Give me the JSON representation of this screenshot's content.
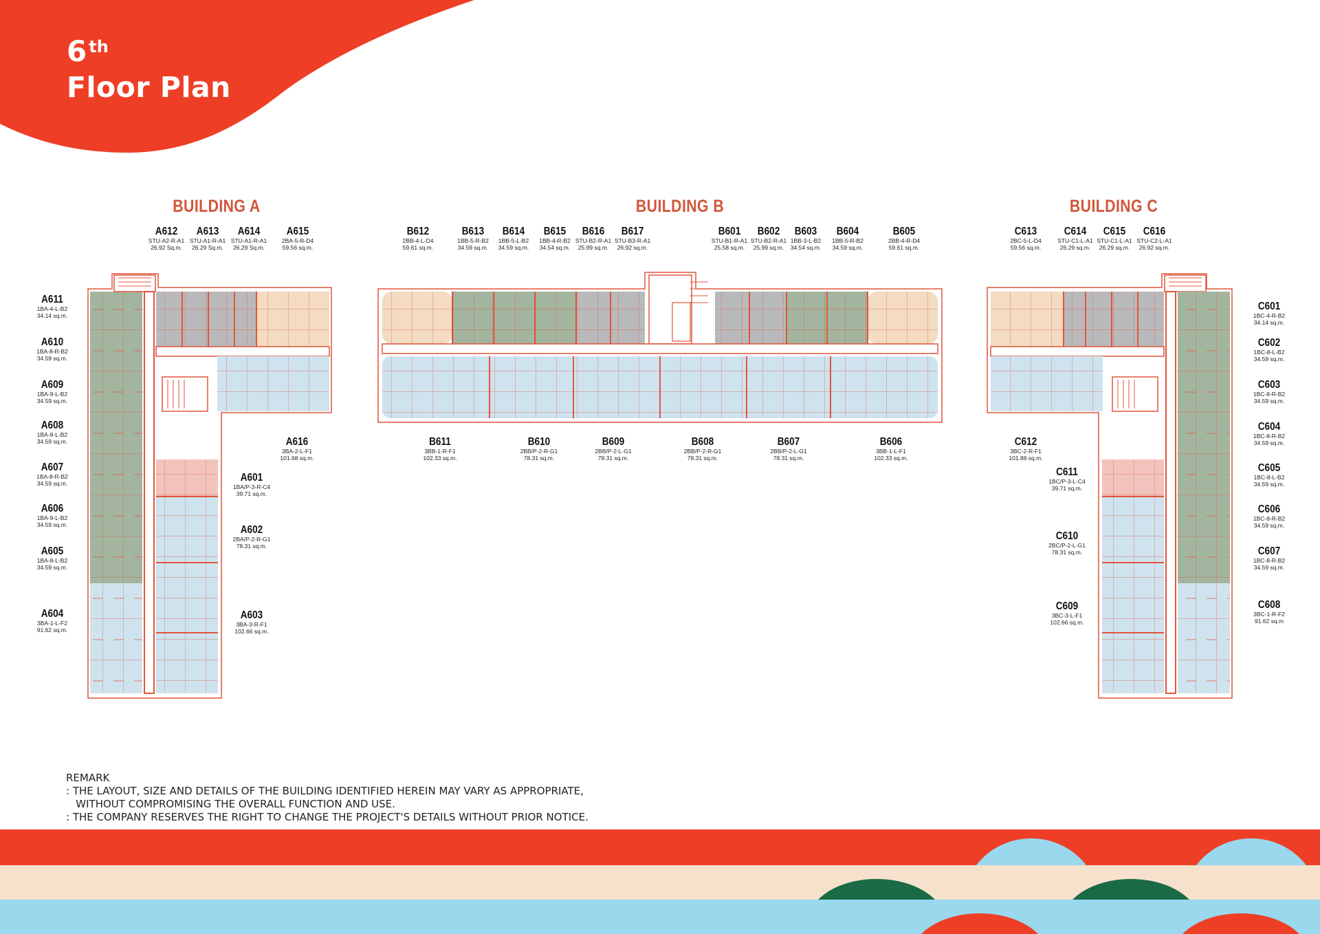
{
  "header": {
    "floor_number": "6",
    "floor_suffix": "th",
    "floor_label": "Floor Plan"
  },
  "buildings": [
    {
      "name": "BUILDING A"
    },
    {
      "name": "BUILDING B"
    },
    {
      "name": "BUILDING C"
    }
  ],
  "units": [
    {
      "code": "A612",
      "type": "STU-A2-R-A1",
      "area": "26.92 Sq.m."
    },
    {
      "code": "A613",
      "type": "STU-A1-R-A1",
      "area": "26.29 Sq.m."
    },
    {
      "code": "A614",
      "type": "STU-A1-R-A1",
      "area": "26.29 Sq.m."
    },
    {
      "code": "A615",
      "type": "2BA-5-R-D4",
      "area": "59.56 sq.m."
    },
    {
      "code": "A611",
      "type": "1BA-4-L-B2",
      "area": "34.14 sq.m."
    },
    {
      "code": "A610",
      "type": "1BA-8-R-B2",
      "area": "34.59 sq.m."
    },
    {
      "code": "A609",
      "type": "1BA-9-L-B2",
      "area": "34.59 sq.m."
    },
    {
      "code": "A608",
      "type": "1BA-8-L-B2",
      "area": "34.59 sq.m."
    },
    {
      "code": "A607",
      "type": "1BA-8-R-B2",
      "area": "34.59 sq.m."
    },
    {
      "code": "A606",
      "type": "1BA-9-L-B2",
      "area": "34.59 sq.m."
    },
    {
      "code": "A605",
      "type": "1BA-8-L-B2",
      "area": "34.59 sq.m."
    },
    {
      "code": "A604",
      "type": "3BA-1-L-F2",
      "area": "91.62 sq.m."
    },
    {
      "code": "A616",
      "type": "3BA-2-L-F1",
      "area": "101.68 sq.m."
    },
    {
      "code": "A601",
      "type": "1BA/P-3-R-C4",
      "area": "39.71 sq.m."
    },
    {
      "code": "A602",
      "type": "2BA/P-2-R-G1",
      "area": "78.31 sq.m."
    },
    {
      "code": "A603",
      "type": "3BA-3-R-F1",
      "area": "102.66 sq.m."
    },
    {
      "code": "B612",
      "type": "2BB-4-L-D4",
      "area": "59.61 sq.m."
    },
    {
      "code": "B613",
      "type": "1BB-5-R-B2",
      "area": "34.59 sq.m."
    },
    {
      "code": "B614",
      "type": "1BB-5-L-B2",
      "area": "34.59 sq.m."
    },
    {
      "code": "B615",
      "type": "1BB-4-R-B2",
      "area": "34.54 sq.m."
    },
    {
      "code": "B616",
      "type": "STU-B2-R-A1",
      "area": "25.99 sq.m."
    },
    {
      "code": "B617",
      "type": "STU-B3-R-A1",
      "area": "26.92 sq.m."
    },
    {
      "code": "B601",
      "type": "STU-B1-R-A1",
      "area": "25.58 sq.m."
    },
    {
      "code": "B602",
      "type": "STU-B2-R-A1",
      "area": "25.99 sq.m."
    },
    {
      "code": "B603",
      "type": "1BB-3-L-B2",
      "area": "34.54 sq.m."
    },
    {
      "code": "B604",
      "type": "1BB-5-R-B2",
      "area": "34.59 sq.m."
    },
    {
      "code": "B605",
      "type": "2BB-4-R-D4",
      "area": "59.61 sq.m."
    },
    {
      "code": "B611",
      "type": "3BB-1-R-F1",
      "area": "102.33 sq.m."
    },
    {
      "code": "B610",
      "type": "2BB/P-2-R-G1",
      "area": "78.31 sq.m."
    },
    {
      "code": "B609",
      "type": "2BB/P-2-L-G1",
      "area": "78.31 sq.m."
    },
    {
      "code": "B608",
      "type": "2BB/P-2-R-G1",
      "area": "78.31 sq.m."
    },
    {
      "code": "B607",
      "type": "2BB/P-2-L-G1",
      "area": "78.31 sq.m."
    },
    {
      "code": "B606",
      "type": "3BB-1-L-F1",
      "area": "102.33 sq.m."
    },
    {
      "code": "C613",
      "type": "2BC-5-L-D4",
      "area": "59.56 sq.m."
    },
    {
      "code": "C614",
      "type": "STU-C1-L-A1",
      "area": "26.29 sq.m."
    },
    {
      "code": "C615",
      "type": "STU-C1-L-A1",
      "area": "26.29 sq.m."
    },
    {
      "code": "C616",
      "type": "STU-C2-L-A1",
      "area": "26.92 sq.m."
    },
    {
      "code": "C612",
      "type": "3BC-2-R-F1",
      "area": "101.88 sq.m."
    },
    {
      "code": "C611",
      "type": "1BC/P-3-L-C4",
      "area": "39.71 sq.m."
    },
    {
      "code": "C610",
      "type": "2BC/P-2-L-G1",
      "area": "78.31 sq.m."
    },
    {
      "code": "C609",
      "type": "3BC-3-L-F1",
      "area": "102.66 sq.m."
    },
    {
      "code": "C601",
      "type": "1BC-4-R-B2",
      "area": "34.14 sq.m."
    },
    {
      "code": "C602",
      "type": "1BC-8-L-B2",
      "area": "34.59 sq.m."
    },
    {
      "code": "C603",
      "type": "1BC-8-R-B2",
      "area": "34.59 sq.m."
    },
    {
      "code": "C604",
      "type": "1BC-8-R-B2",
      "area": "34.59 sq.m."
    },
    {
      "code": "C605",
      "type": "1BC-8-L-B2",
      "area": "34.59 sq.m."
    },
    {
      "code": "C606",
      "type": "1BC-8-R-B2",
      "area": "34.59 sq.m."
    },
    {
      "code": "C607",
      "type": "1BC-8-R-B2",
      "area": "34.59 sq.m."
    },
    {
      "code": "C608",
      "type": "3BC-1-R-F2",
      "area": "91.62 sq.m"
    }
  ],
  "remark": {
    "title": "REMARK",
    "lines": [
      ": THE LAYOUT, SIZE AND DETAILS OF THE BUILDING IDENTIFIED HEREIN MAY VARY AS APPROPRIATE,",
      "   WITHOUT COMPROMISING THE OVERALL FUNCTION AND USE.",
      ": THE COMPANY RESERVES THE RIGHT TO CHANGE THE PROJECT'S DETAILS WITHOUT PRIOR NOTICE."
    ]
  },
  "colors": {
    "brand_red": "#ee3f26",
    "accent_text": "#d2553a",
    "plan_outline": "#e0553a",
    "studio_gray": "#b9b9bb",
    "one_bed_green": "#a3b59f",
    "two_bed_beige": "#f3dcc1",
    "large_unit_blue": "#cfe3ef",
    "plus_unit_pink": "#f2c3bd",
    "footer_cream": "#f5e1cc",
    "footer_blue": "#9ad8ee",
    "footer_green": "#1a6a45"
  }
}
